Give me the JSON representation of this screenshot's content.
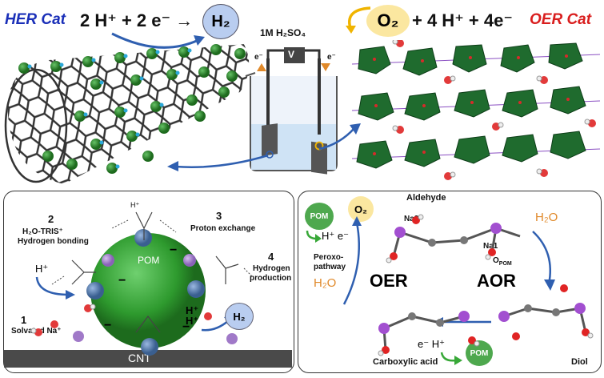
{
  "header": {
    "her_label": "HER Cat",
    "oer_label": "OER Cat",
    "her_equation_left": "2 H⁺ + 2 e⁻ →",
    "her_product": "H₂",
    "oer_product": "O₂",
    "oer_equation_right": "+ 4 H⁺ + 4e⁻",
    "electrolyte": "1M H₂SO₄"
  },
  "cell": {
    "electron_left": "e⁻",
    "electron_right": "e⁻",
    "meter": "V"
  },
  "left_panel": {
    "step1_num": "1",
    "step1_text": "Solvated Na⁺",
    "step2_num": "2",
    "step2_line1": "H₂O-TRIS⁺",
    "step2_line2": "Hydrogen bonding",
    "step3_num": "3",
    "step3_text": "Proton exchange",
    "step4_num": "4",
    "step4_line1": "Hydrogen",
    "step4_line2": "production",
    "hplus_left": "H⁺",
    "hplus_right_1": "H⁺",
    "hplus_right_2": "H⁺",
    "pom": "POM",
    "h2_bubble": "H₂",
    "substrate": "CNT",
    "minus": "−"
  },
  "right_panel": {
    "aldehyde": "Aldehyde",
    "na2": "Na2",
    "na1": "Na1",
    "opom": "O",
    "opom_sub": "POM",
    "pom_top": "POM",
    "o2": "O₂",
    "hplus_e_top": "H⁺ e⁻",
    "peroxo_line1": "Peroxo-",
    "peroxo_line2": "pathway",
    "h2o_left": "H₂O",
    "oer": "OER",
    "aor": "AOR",
    "h2o_right": "H₂O",
    "carboxylic": "Carboxylic acid",
    "diol": "Diol",
    "e_h_bottom": "e⁻ H⁺",
    "pom_bottom": "POM"
  },
  "colors": {
    "her_blue": "#1a2fb8",
    "oer_red": "#d91e1e",
    "pom_green": "#2e9a2e",
    "h2_bubble": "#b9cdf0",
    "o2_bubble": "#fbe7a0",
    "arrow_blue": "#2f5fb0",
    "water_orange": "#e0892a",
    "na_purple": "#a079c8"
  }
}
